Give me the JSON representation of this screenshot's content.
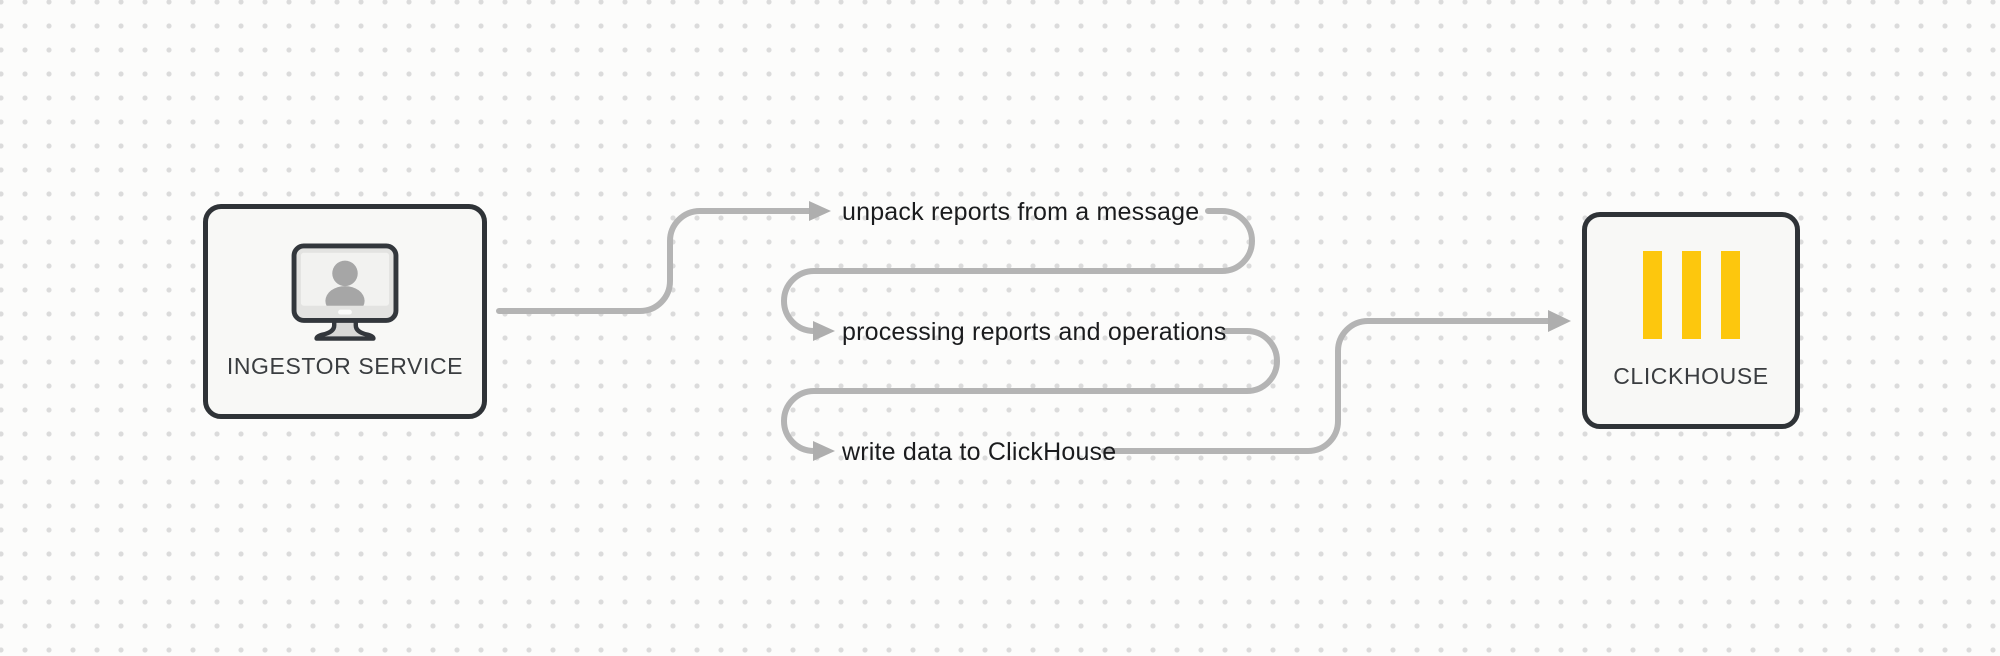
{
  "canvas": {
    "background_pattern": "dot-grid"
  },
  "nodes": {
    "ingestor": {
      "label": "INGESTOR SERVICE",
      "icon": "monitor-user-icon"
    },
    "clickhouse": {
      "label": "CLICKHOUSE",
      "icon": "clickhouse-logo-icon"
    }
  },
  "flow": {
    "steps": [
      {
        "label": "unpack reports from a message"
      },
      {
        "label": "processing reports and operations"
      },
      {
        "label": "write data to ClickHouse"
      }
    ]
  },
  "colors": {
    "background": "#fcfcfb",
    "dot_grid": "#dbdbdb",
    "connector": "#b4b4b4",
    "arrowhead": "#aeaeae",
    "node_border": "#2f3337",
    "node_fill": "#f8f8f6",
    "flow_label_text": "#1b1c1e",
    "node_label_text": "#3a3d40",
    "clickhouse_yellow": "#fdc70d",
    "monitor_user_gray": "#a6a6a6"
  }
}
